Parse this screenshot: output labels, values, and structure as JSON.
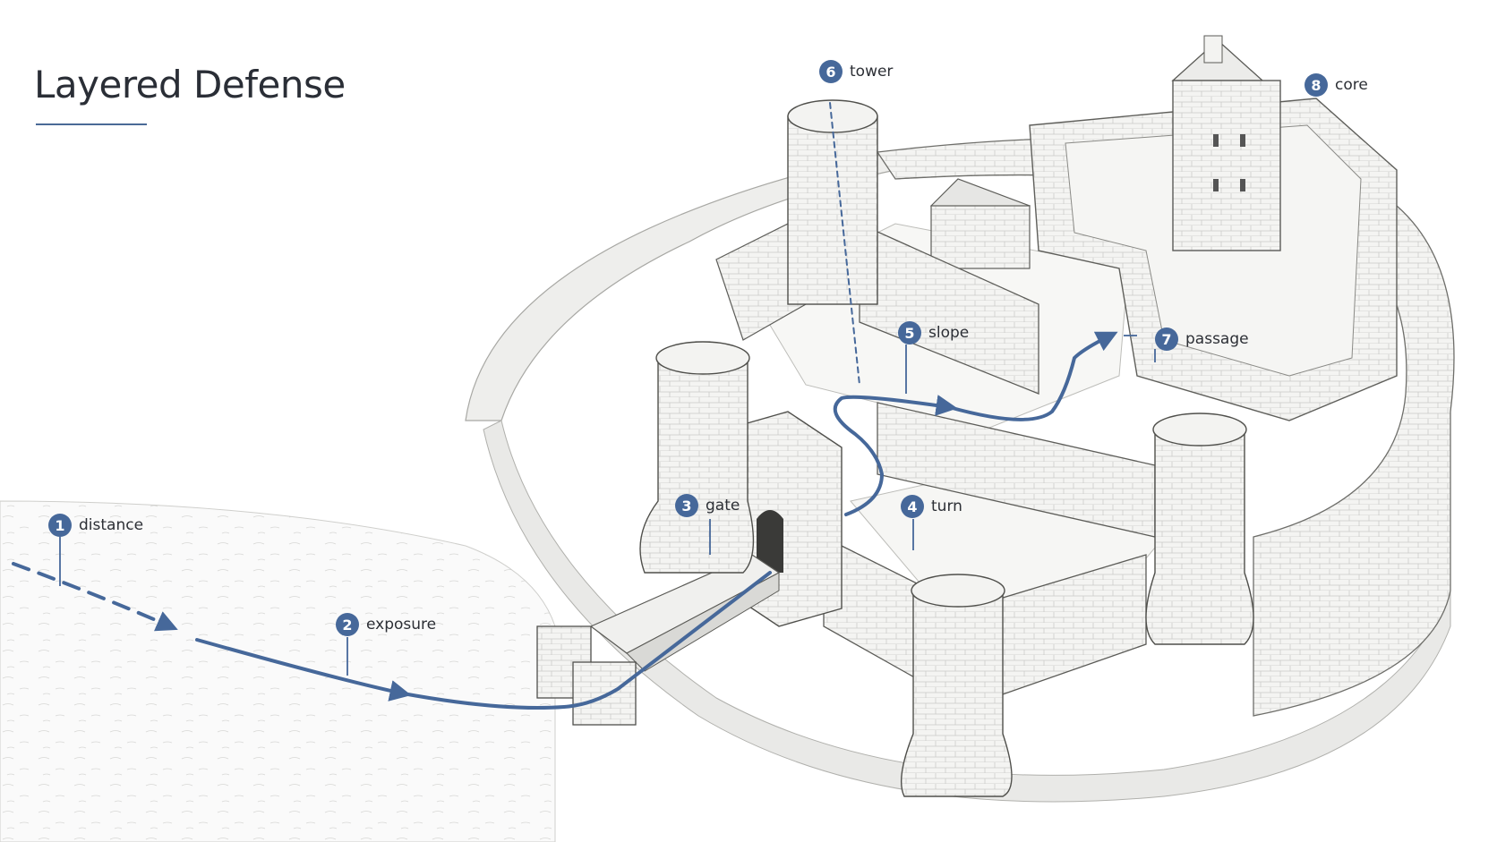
{
  "title": "Layered Defense",
  "colors": {
    "accent": "#46689a",
    "ink": "#3a3d44",
    "stone": "#f3f3f1"
  },
  "callouts": [
    {
      "num": "1",
      "label": "distance"
    },
    {
      "num": "2",
      "label": "exposure"
    },
    {
      "num": "3",
      "label": "gate"
    },
    {
      "num": "4",
      "label": "turn"
    },
    {
      "num": "5",
      "label": "slope"
    },
    {
      "num": "6",
      "label": "tower"
    },
    {
      "num": "7",
      "label": "passage"
    },
    {
      "num": "8",
      "label": "core"
    }
  ]
}
